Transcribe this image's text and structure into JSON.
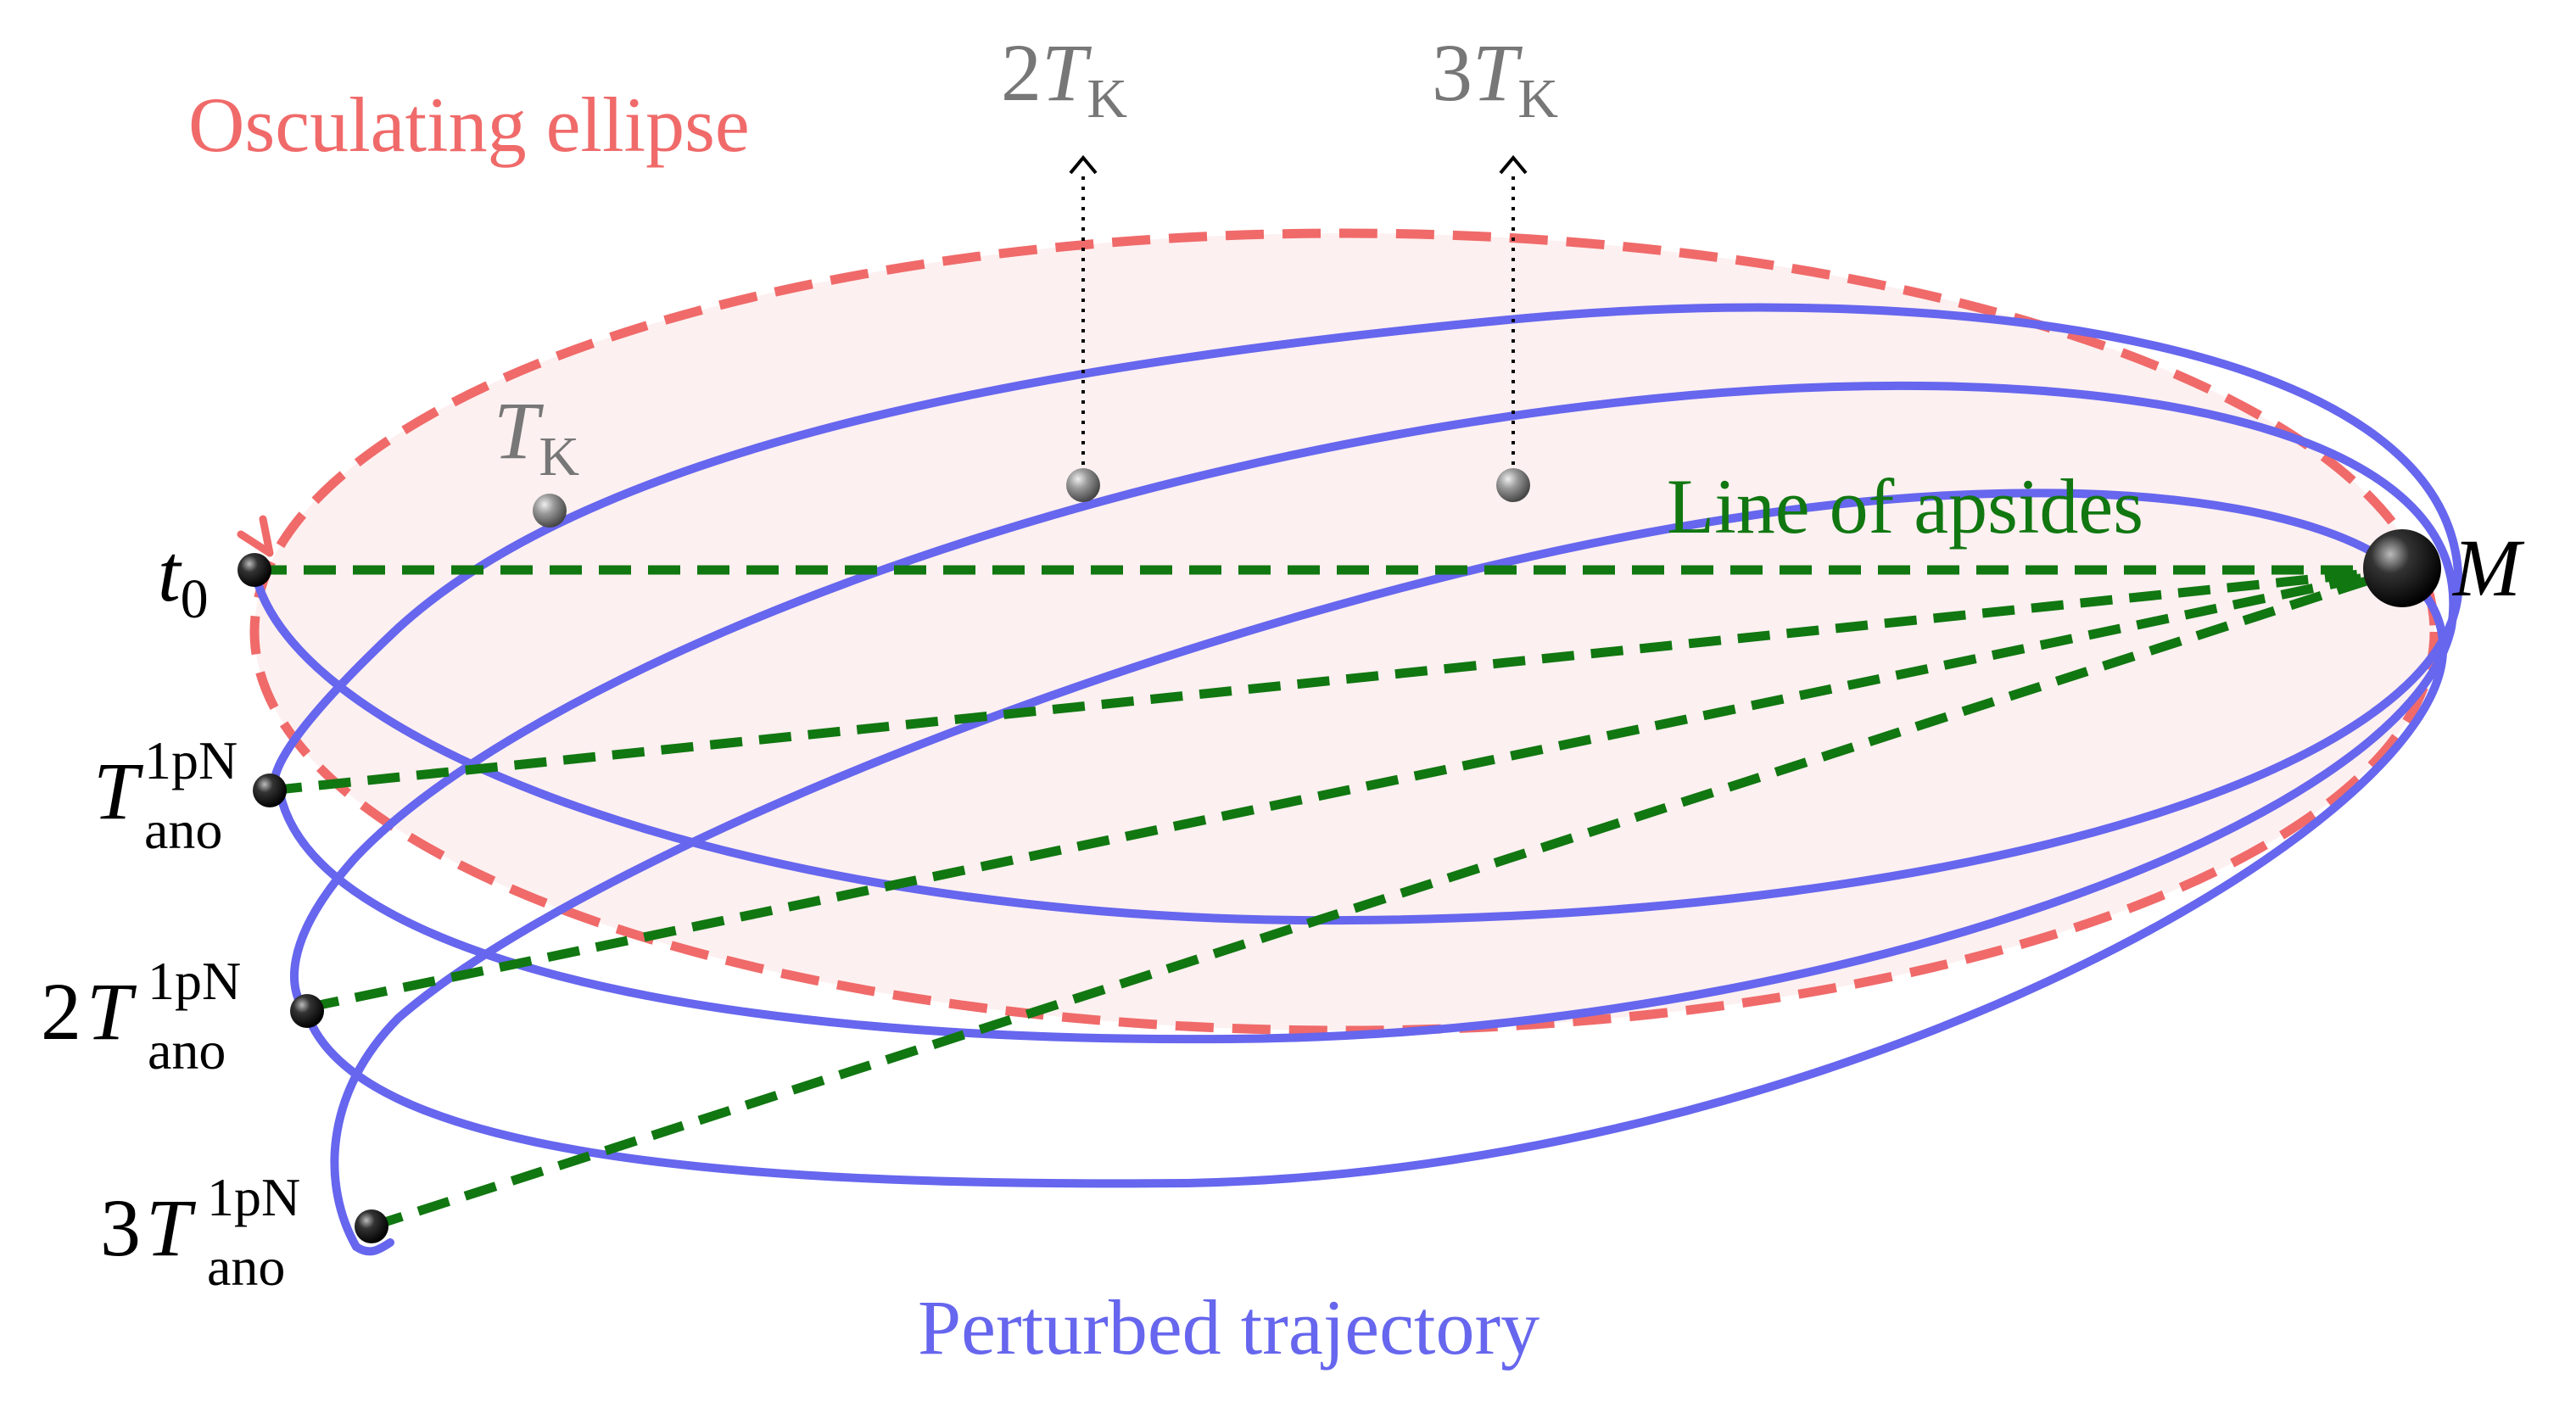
{
  "colors": {
    "osculating": "#f06a6a",
    "ellipse_fill": "#fdf0f0",
    "trajectory": "#6666ee",
    "apsides": "#117711",
    "gray": "#777777",
    "black": "#000000"
  },
  "labels": {
    "osculating_ellipse": "Osculating ellipse",
    "line_of_apsides": "Line of apsides",
    "perturbed_trajectory": "Perturbed trajectory",
    "mass": "M",
    "t0_main": "t",
    "t0_sub": "0",
    "tk_main": "T",
    "tk_sub": "K",
    "two_tk_coef": "2",
    "three_tk_coef": "3",
    "tano_main": "T",
    "tano_sub": "ano",
    "tano_sup": "1pN",
    "two_tano_coef": "2",
    "three_tano_coef": "3"
  },
  "icons": {
    "central_mass": "black-sphere-icon",
    "body": "small-sphere-icon"
  }
}
